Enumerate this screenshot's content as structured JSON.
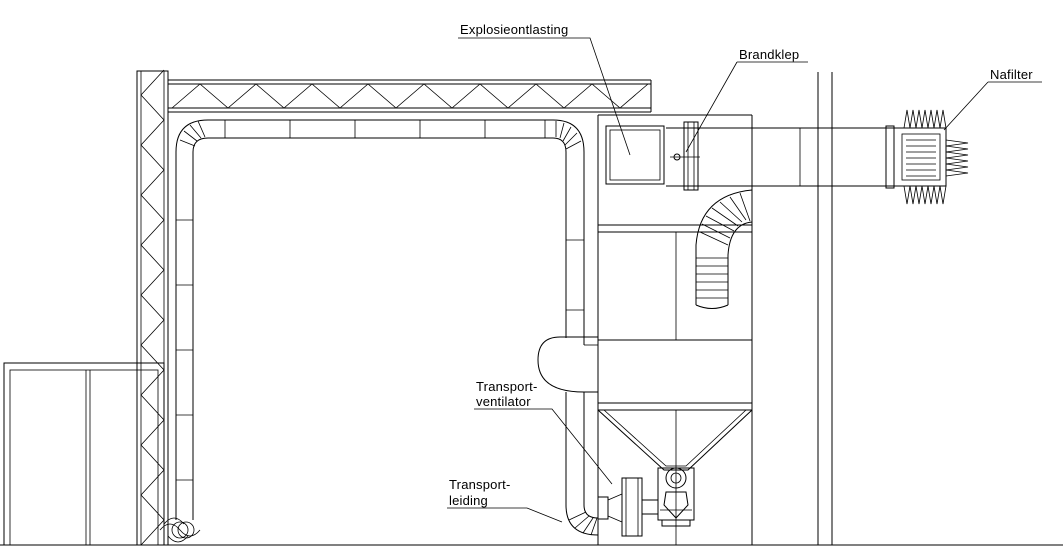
{
  "labels": {
    "explosion_vent": "Explosieontlasting",
    "fire_damper": "Brandklep",
    "after_filter": "Nafilter",
    "transport_fan_line1": "Transport-",
    "transport_fan_line2": "ventilator",
    "transport_duct_line1": "Transport-",
    "transport_duct_line2": "leiding"
  },
  "colors": {
    "line": "#000000",
    "background": "#ffffff"
  }
}
